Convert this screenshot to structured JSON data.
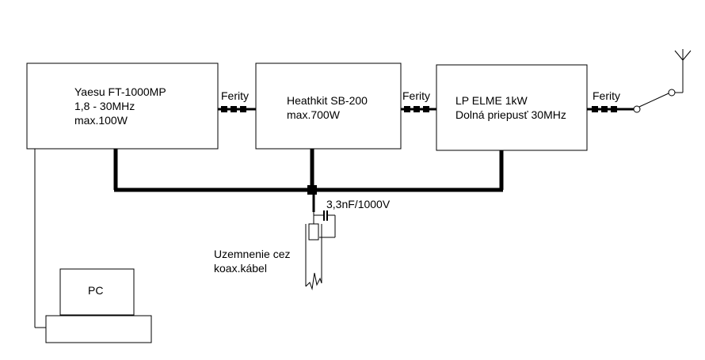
{
  "colors": {
    "background": "#ffffff",
    "line": "#000000"
  },
  "transceiver": {
    "name": "Yaesu FT-1000MP",
    "band": "1,8 - 30MHz",
    "power": "max.100W"
  },
  "amplifier": {
    "name": "Heathkit SB-200",
    "power": "max.700W"
  },
  "filter": {
    "name": "LP ELME 1kW",
    "desc": "Dolná priepusť 30MHz"
  },
  "ferrite_label": "Ferity",
  "capacitor_label": "3,3nF/1000V",
  "grounding": {
    "line1": "Uzemnenie cez",
    "line2": "koax.kábel"
  },
  "computer": {
    "label": "PC"
  }
}
